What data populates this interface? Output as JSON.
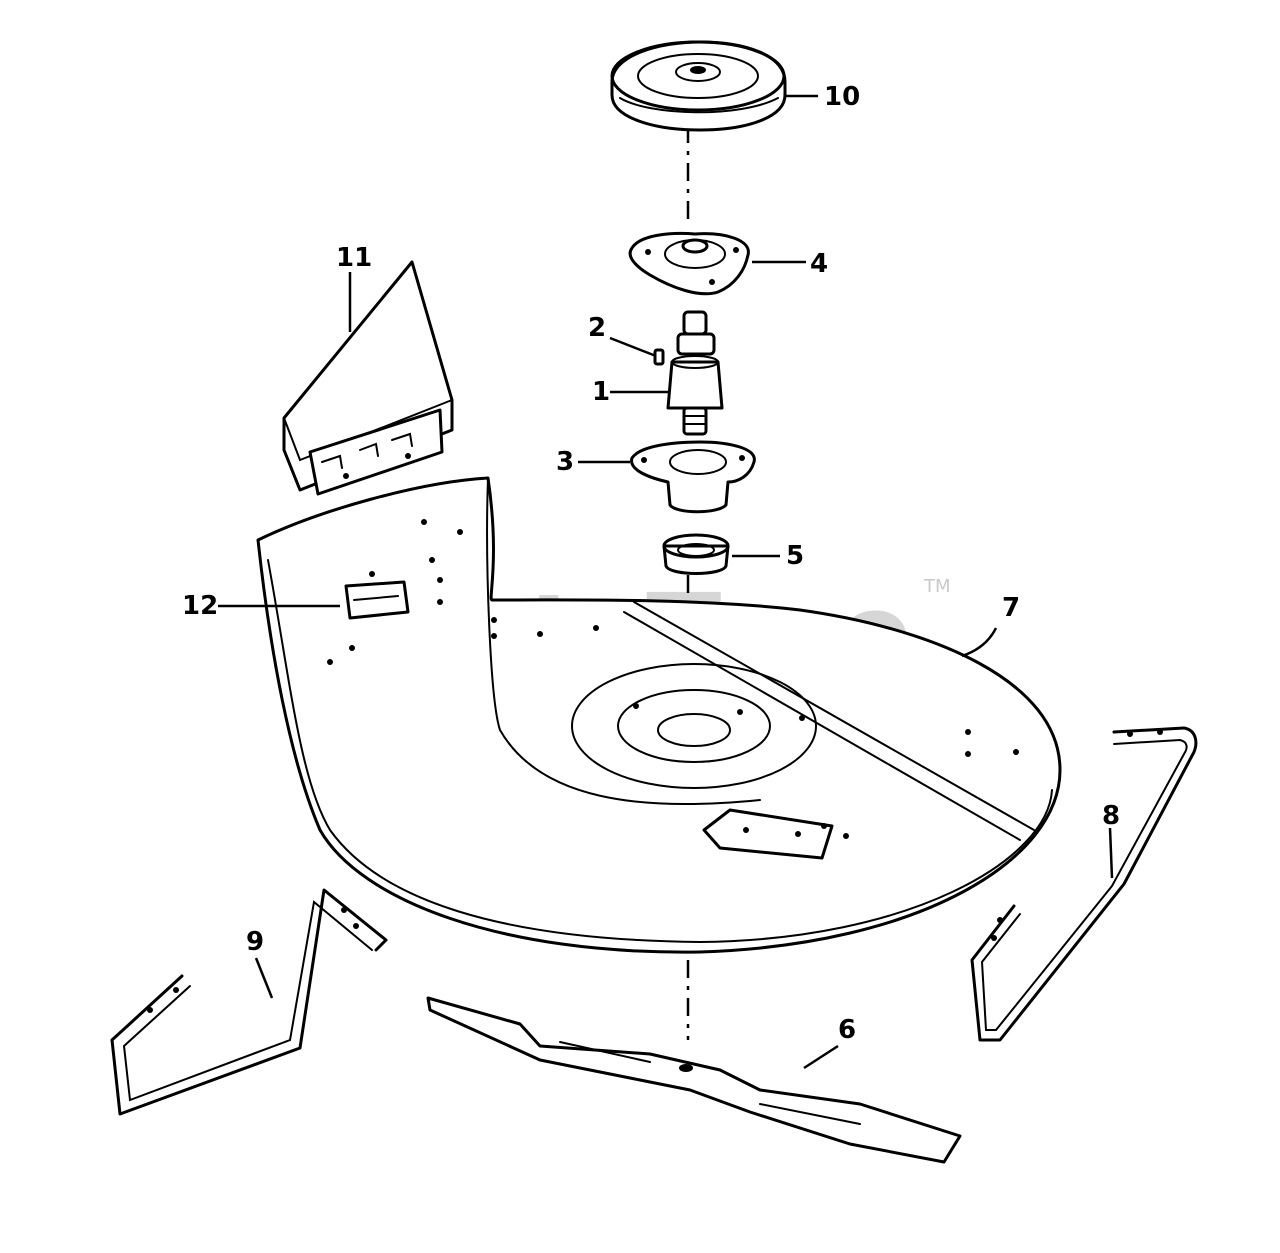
{
  "watermark": {
    "text": "PartsTree",
    "trademark": "TM"
  },
  "callouts": {
    "c1": "1",
    "c2": "2",
    "c3": "3",
    "c4": "4",
    "c5": "5",
    "c6": "6",
    "c7": "7",
    "c8": "8",
    "c9": "9",
    "c10": "10",
    "c11": "11",
    "c12": "12"
  }
}
